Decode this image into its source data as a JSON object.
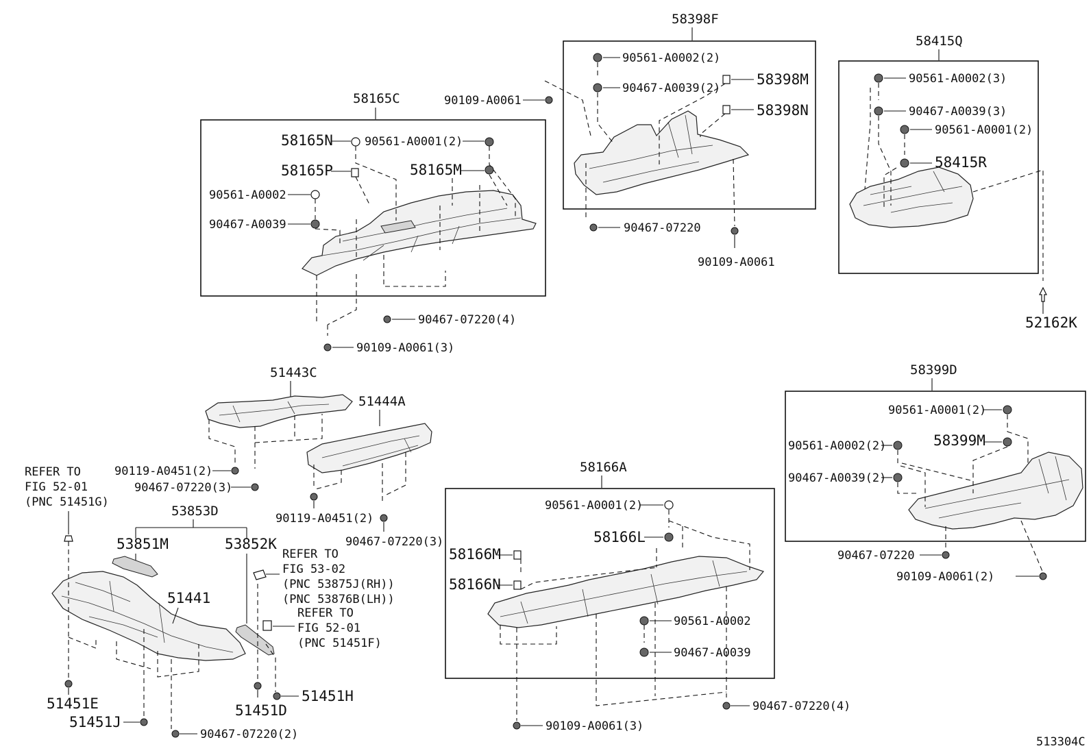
{
  "figure_code": "513304C",
  "groups": {
    "g58165C": {
      "title": "58165C",
      "labels": [
        "58165N",
        "90561-A0001(2)",
        "58165P",
        "58165M",
        "90561-A0002",
        "90467-A0039"
      ],
      "outside": [
        "90467-07220(4)",
        "90109-A0061(3)"
      ]
    },
    "g58398F": {
      "title": "58398F",
      "labels": [
        "90561-A0002(2)",
        "90467-A0039(2)",
        "58398M",
        "58398N"
      ],
      "outside": [
        "90109-A0061",
        "90467-07220",
        "90109-A0061"
      ]
    },
    "g58415Q": {
      "title": "58415Q",
      "labels": [
        "90561-A0002(3)",
        "90467-A0039(3)",
        "90561-A0001(2)",
        "58415R"
      ],
      "outside": [
        "52162K"
      ]
    },
    "g51443C": {
      "title": "51443C",
      "outside": [
        "90119-A0451(2)",
        "90467-07220(3)"
      ]
    },
    "g51444A": {
      "title": "51444A",
      "outside": [
        "90119-A0451(2)",
        "90467-07220(3)"
      ]
    },
    "g58399D": {
      "title": "58399D",
      "labels": [
        "90561-A0001(2)",
        "90561-A0002(2)",
        "58399M",
        "90467-A0039(2)"
      ],
      "outside": [
        "90467-07220",
        "90109-A0061(2)"
      ]
    },
    "g58166A": {
      "title": "58166A",
      "labels": [
        "90561-A0001(2)",
        "58166L",
        "58166M",
        "58166N",
        "90561-A0002",
        "90467-A0039"
      ],
      "outside": [
        "90467-07220(4)",
        "90109-A0061(3)"
      ]
    },
    "g53853D": {
      "title": "53853D",
      "labels": [
        "53851M",
        "53852K",
        "51441"
      ],
      "outside": [
        "51451E",
        "51451J",
        "90467-07220(2)",
        "51451D",
        "51451H"
      ]
    }
  },
  "refs": {
    "ref1": [
      "REFER TO",
      "FIG 52-01",
      "(PNC 51451G)"
    ],
    "ref2": [
      "REFER TO",
      "FIG 53-02",
      "(PNC 53875J(RH))",
      "(PNC 53876B(LH))"
    ],
    "ref3": [
      "REFER TO",
      "FIG 52-01",
      "(PNC 51451F)"
    ]
  }
}
